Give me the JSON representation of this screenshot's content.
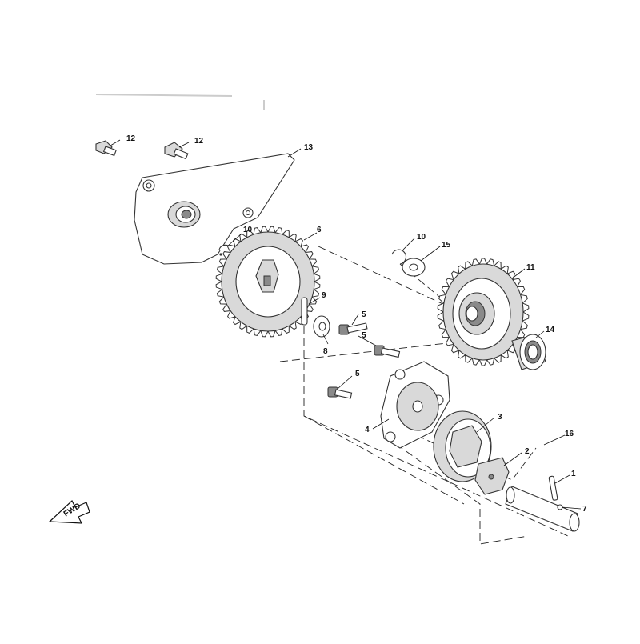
{
  "diagram": {
    "callouts": {
      "c1": "1",
      "c2": "2",
      "c3": "3",
      "c4": "4",
      "c5a": "5",
      "c5b": "5",
      "c5c": "5",
      "c6": "6",
      "c7": "7",
      "c8": "8",
      "c9": "9",
      "c10a": "10",
      "c10b": "10",
      "c11": "11",
      "c12a": "12",
      "c12b": "12",
      "c13": "13",
      "c14": "14",
      "c15": "15",
      "c16": "16"
    },
    "fwd_label": "FWD"
  }
}
